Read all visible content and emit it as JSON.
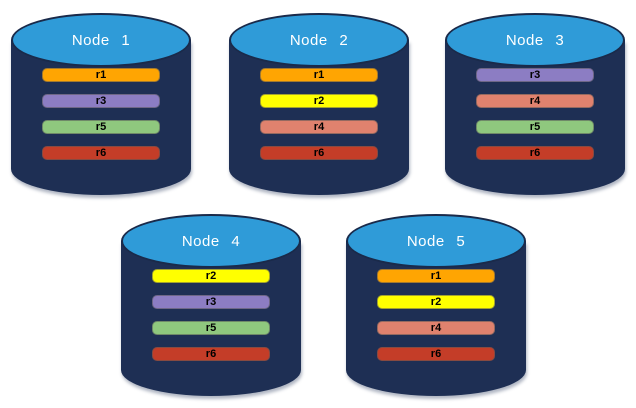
{
  "palette": {
    "cylinder_body": "#1e2f54",
    "cylinder_top": "#2f9bd8",
    "cylinder_edge": "#1a2a4a",
    "replica_colors": {
      "r1": "#ffa502",
      "r2": "#ffff00",
      "r3": "#8c7dc3",
      "r4": "#e0826e",
      "r5": "#8fc87e",
      "r6": "#c43d28"
    }
  },
  "nodes": [
    {
      "label": "Node 1",
      "replicas": [
        "r1",
        "r3",
        "r5",
        "r6"
      ]
    },
    {
      "label": "Node 2",
      "replicas": [
        "r1",
        "r2",
        "r4",
        "r6"
      ]
    },
    {
      "label": "Node 3",
      "replicas": [
        "r3",
        "r4",
        "r5",
        "r6"
      ]
    },
    {
      "label": "Node 4",
      "replicas": [
        "r2",
        "r3",
        "r5",
        "r6"
      ]
    },
    {
      "label": "Node 5",
      "replicas": [
        "r1",
        "r2",
        "r4",
        "r6"
      ]
    }
  ]
}
